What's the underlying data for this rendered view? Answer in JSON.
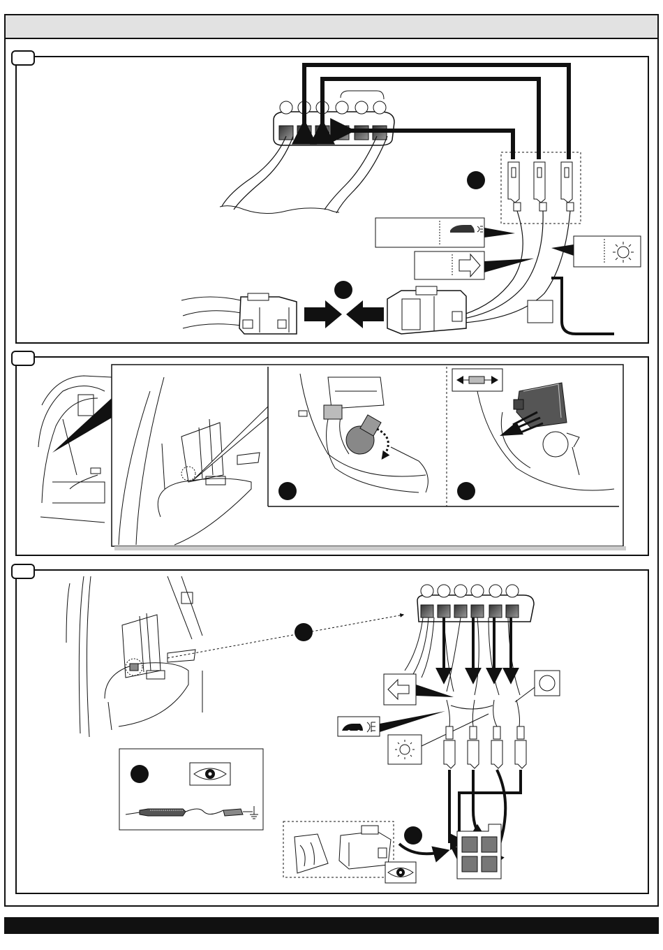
{
  "header": {
    "title": ""
  },
  "steps": [
    {
      "id": "1",
      "label": ""
    },
    {
      "id": "2",
      "label": ""
    },
    {
      "id": "3",
      "label": ""
    }
  ],
  "icons": {
    "fog_light": "fog-light-icon",
    "indicator": "arrow-right-icon",
    "indicator_left": "arrow-left-icon",
    "sun": "sun-icon",
    "eye": "eye-icon",
    "release_clip": "double-arrow-release-icon",
    "test_probe": "test-lamp-icon",
    "ground": "ground-icon",
    "bag": "parts-bag-icon"
  },
  "colors": {
    "line": "#111111",
    "fill_dark": "#444444",
    "fill_mid": "#888888",
    "fill_light": "#cccccc",
    "header": "#e2e2e2"
  }
}
